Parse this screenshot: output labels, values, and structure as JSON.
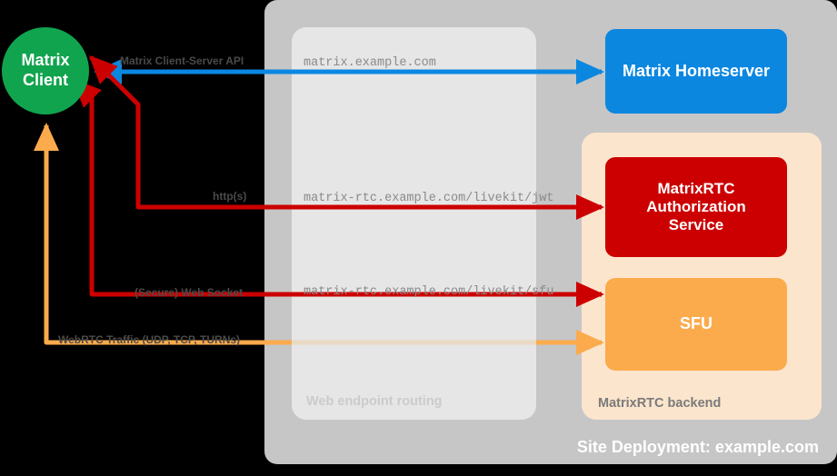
{
  "diagram": {
    "title": "Site Deployment: example.com",
    "colors": {
      "client": "#11a44e",
      "homeserver": "#0b87e0",
      "auth_service": "#cc0000",
      "sfu": "#fbab4c",
      "site_panel": "#c6c6c6",
      "routing_panel": "#e6e6e6",
      "backend_panel": "#fce5cd",
      "arrow_blue": "#0b87e0",
      "arrow_red": "#cc0000",
      "arrow_orange": "#fbab4c"
    }
  },
  "nodes": {
    "client": {
      "line1": "Matrix",
      "line2": "Client"
    },
    "homeserver": {
      "label": "Matrix Homeserver"
    },
    "auth_service": {
      "line1": "MatrixRTC",
      "line2": "Authorization",
      "line3": "Service"
    },
    "sfu": {
      "label": "SFU"
    }
  },
  "groups": {
    "routing": {
      "label": "Web endpoint routing"
    },
    "backend": {
      "label": "MatrixRTC backend"
    }
  },
  "connections": [
    {
      "id": "cs-api",
      "protocol_label": "Matrix Client-Server API",
      "endpoint_label": "matrix.example.com",
      "color": "#0b87e0",
      "direction": "bidirectional",
      "from": "client",
      "to": "homeserver"
    },
    {
      "id": "jwt",
      "protocol_label": "http(s)",
      "endpoint_label": "matrix-rtc.example.com/livekit/jwt",
      "color": "#cc0000",
      "direction": "bidirectional",
      "from": "client",
      "to": "auth_service"
    },
    {
      "id": "websocket",
      "protocol_label": "(Secure) Web Socket",
      "endpoint_label": "matrix-rtc.example.com/livekit/sfu",
      "color": "#cc0000",
      "direction": "bidirectional",
      "from": "client",
      "to": "sfu"
    },
    {
      "id": "webrtc",
      "protocol_label": "WebRTC Traffic (UDP, TCP, TURNs)",
      "endpoint_label": "",
      "color": "#fbab4c",
      "direction": "bidirectional",
      "from": "client",
      "to": "sfu"
    }
  ]
}
